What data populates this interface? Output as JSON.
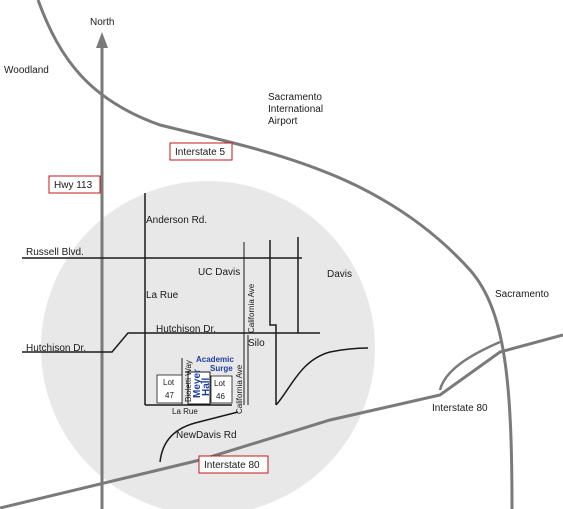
{
  "colors": {
    "freeway": "#7a7a7a",
    "road": "#1a1a1a",
    "campus_circle": "#e8e8e8",
    "shield_border": "#c01818",
    "building_label": "#1f3fa0"
  },
  "labels": {
    "north": "North",
    "woodland": "Woodland",
    "airport_1": "Sacramento",
    "airport_2": "International",
    "airport_3": "Airport",
    "davis": "Davis",
    "sacramento": "Sacramento",
    "uc_davis": "UC Davis",
    "la_rue_upper": "La Rue",
    "silo": "Silo",
    "anderson": "Anderson Rd.",
    "russell": "Russell Blvd.",
    "hutchison_east": "Hutchison Dr.",
    "hutchison_west": "Hutchison Dr.",
    "california_upper": "California Ave",
    "california_lower": "California Ave",
    "bioletti": "Bioletti Way",
    "la_rue_lower": "La Rue",
    "new_davis": "NewDavis Rd",
    "interstate80_right": "Interstate 80",
    "academic_1": "Academic",
    "academic_2": "Surge",
    "meyer_1": "Meyer",
    "meyer_2": "Hall",
    "lot47_a": "Lot",
    "lot47_b": "47",
    "lot46_a": "Lot",
    "lot46_b": "46"
  },
  "shields": {
    "interstate5": "Interstate 5",
    "hwy113": "Hwy 113",
    "interstate80": "Interstate 80"
  }
}
